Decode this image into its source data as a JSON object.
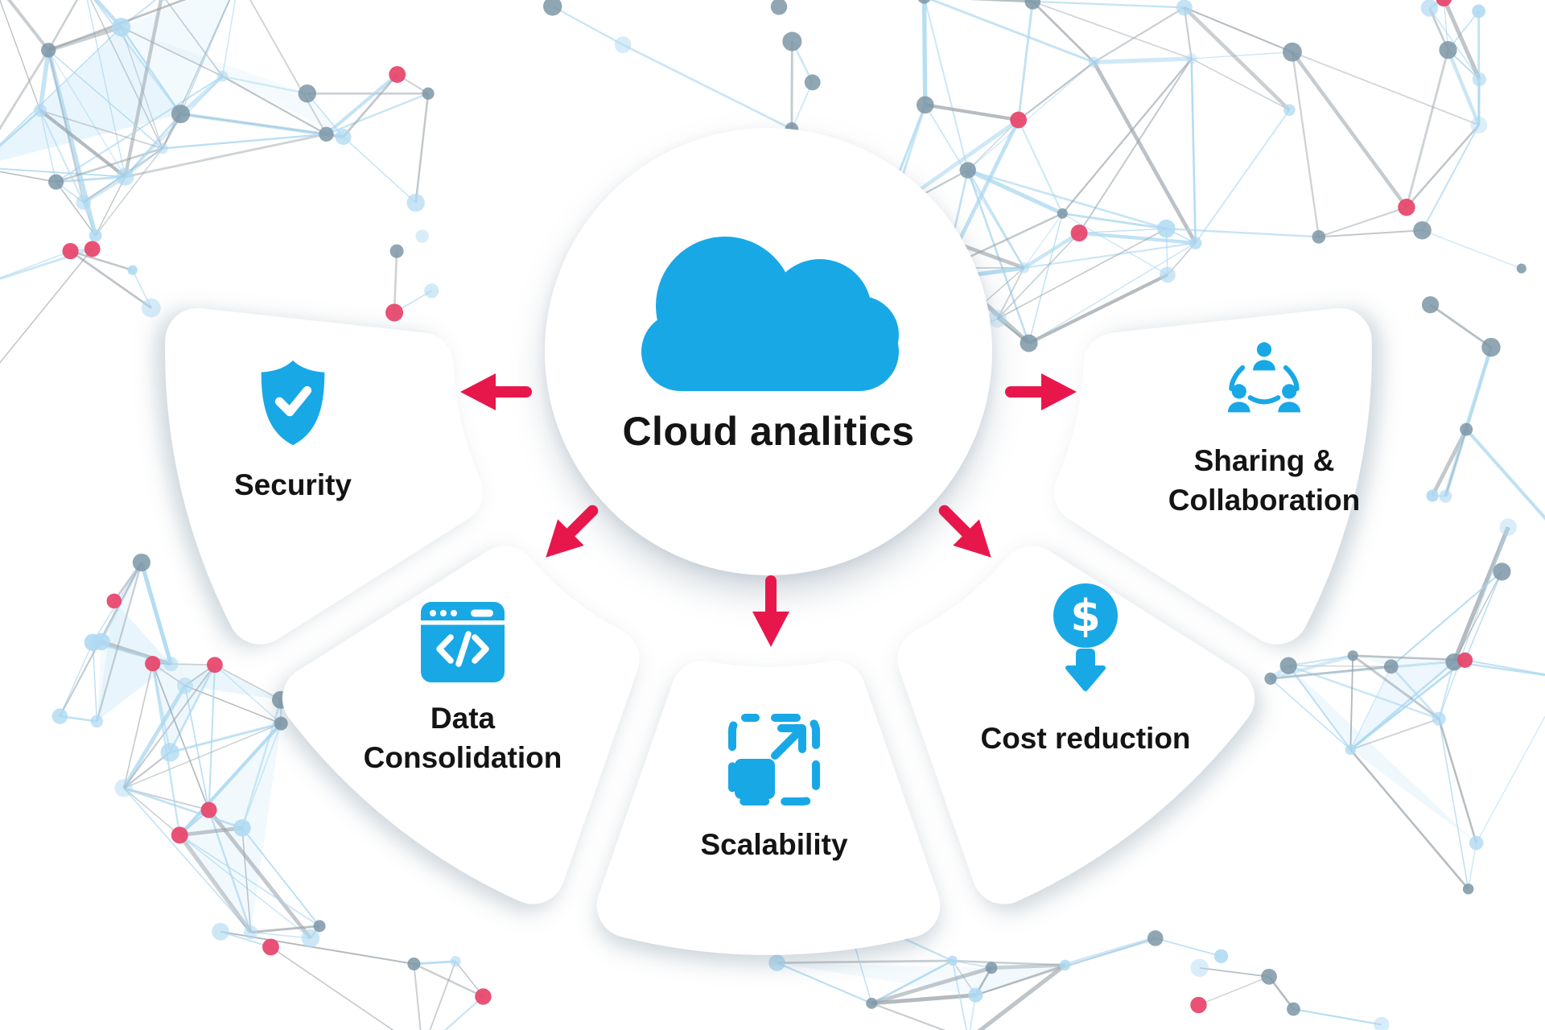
{
  "diagram": {
    "title": "Cloud analitics",
    "center": {
      "icon": "cloud-icon"
    },
    "items": [
      {
        "id": "security",
        "label": "Security",
        "icon": "shield-check-icon"
      },
      {
        "id": "data-consolidation",
        "label": "Data Consolidation",
        "icon": "browser-code-icon"
      },
      {
        "id": "scalability",
        "label": "Scalability",
        "icon": "expand-arrows-icon"
      },
      {
        "id": "cost-reduction",
        "label": "Cost reduction",
        "icon": "dollar-coin-down-icon"
      },
      {
        "id": "sharing-collaboration",
        "label": "Sharing & Collaboration",
        "icon": "people-network-icon"
      }
    ]
  },
  "colors": {
    "accent_blue": "#18a8e6",
    "arrow_red": "#e8174b",
    "text_dark": "#141414",
    "card_white": "#ffffff",
    "node_slate": "#7c97a6",
    "node_blue": "#aed9f2",
    "node_pink": "#e8486e",
    "edge_blue": "#a9d7f0",
    "edge_gray": "#9aa4ab",
    "triangle_blue": "#dceffa"
  }
}
